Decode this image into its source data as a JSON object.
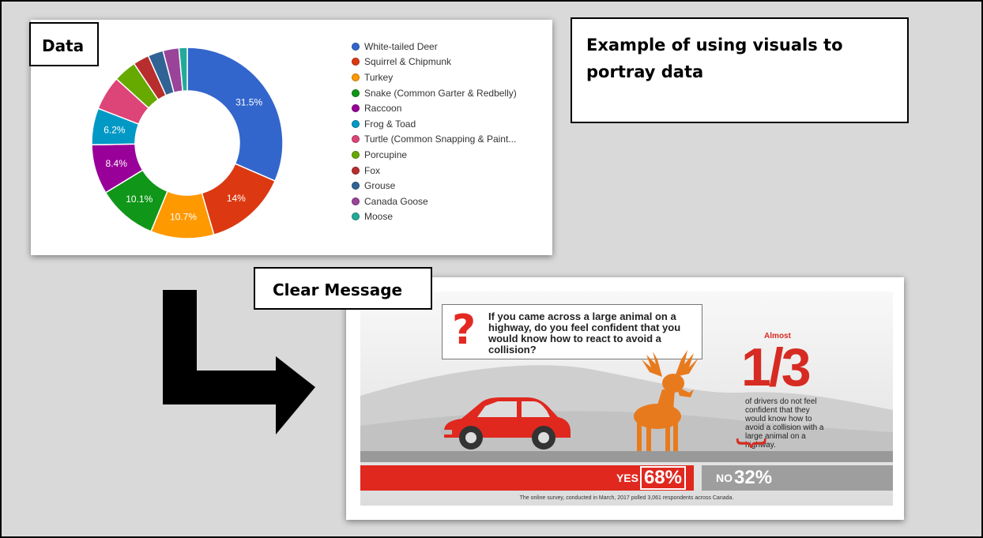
{
  "labels": {
    "data": "Data",
    "example": "Example of using visuals to portray data",
    "clear_message": "Clear Message"
  },
  "chart_data": {
    "type": "pie",
    "categories": [
      "White-tailed Deer",
      "Squirrel & Chipmunk",
      "Turkey",
      "Snake (Common Garter & Redbelly)",
      "Raccoon",
      "Frog & Toad",
      "Turtle (Common Snapping & Paint...",
      "Porcupine",
      "Fox",
      "Grouse",
      "Canada Goose",
      "Moose"
    ],
    "values": [
      31.5,
      14,
      10.7,
      10.1,
      8.4,
      6.2,
      5.8,
      3.9,
      2.7,
      2.6,
      2.7,
      1.4
    ],
    "data_labels": [
      "31.5%",
      "14%",
      "10.7%",
      "10.1%",
      "8.4%",
      "6.2%"
    ],
    "colors": [
      "#3366cc",
      "#dc3912",
      "#ff9900",
      "#109618",
      "#990099",
      "#0099c6",
      "#dd4477",
      "#66aa00",
      "#b82e2e",
      "#316395",
      "#994499",
      "#22aa99"
    ],
    "donut": true,
    "legend_position": "right"
  },
  "infographic": {
    "question": "If you came across a large animal on a highway, do you feel confident that you would know how to react to avoid a collision?",
    "question_mark": "?",
    "stat_prefix": "Almost",
    "stat_value": "1/3",
    "stat_text": "of drivers do not feel confident that they would know how to avoid a collision with a large animal on a highway.",
    "bracket": "}",
    "yes_label": "YES",
    "yes_value": "68%",
    "no_label": "NO",
    "no_value": "32%",
    "yes_fraction": 0.68,
    "footnote": "The online survey, conducted in March, 2017 polled 3,061 respondents across Canada.",
    "colors": {
      "red": "#e0281f",
      "orange": "#e87a1e",
      "gray": "#9e9e9e"
    }
  }
}
